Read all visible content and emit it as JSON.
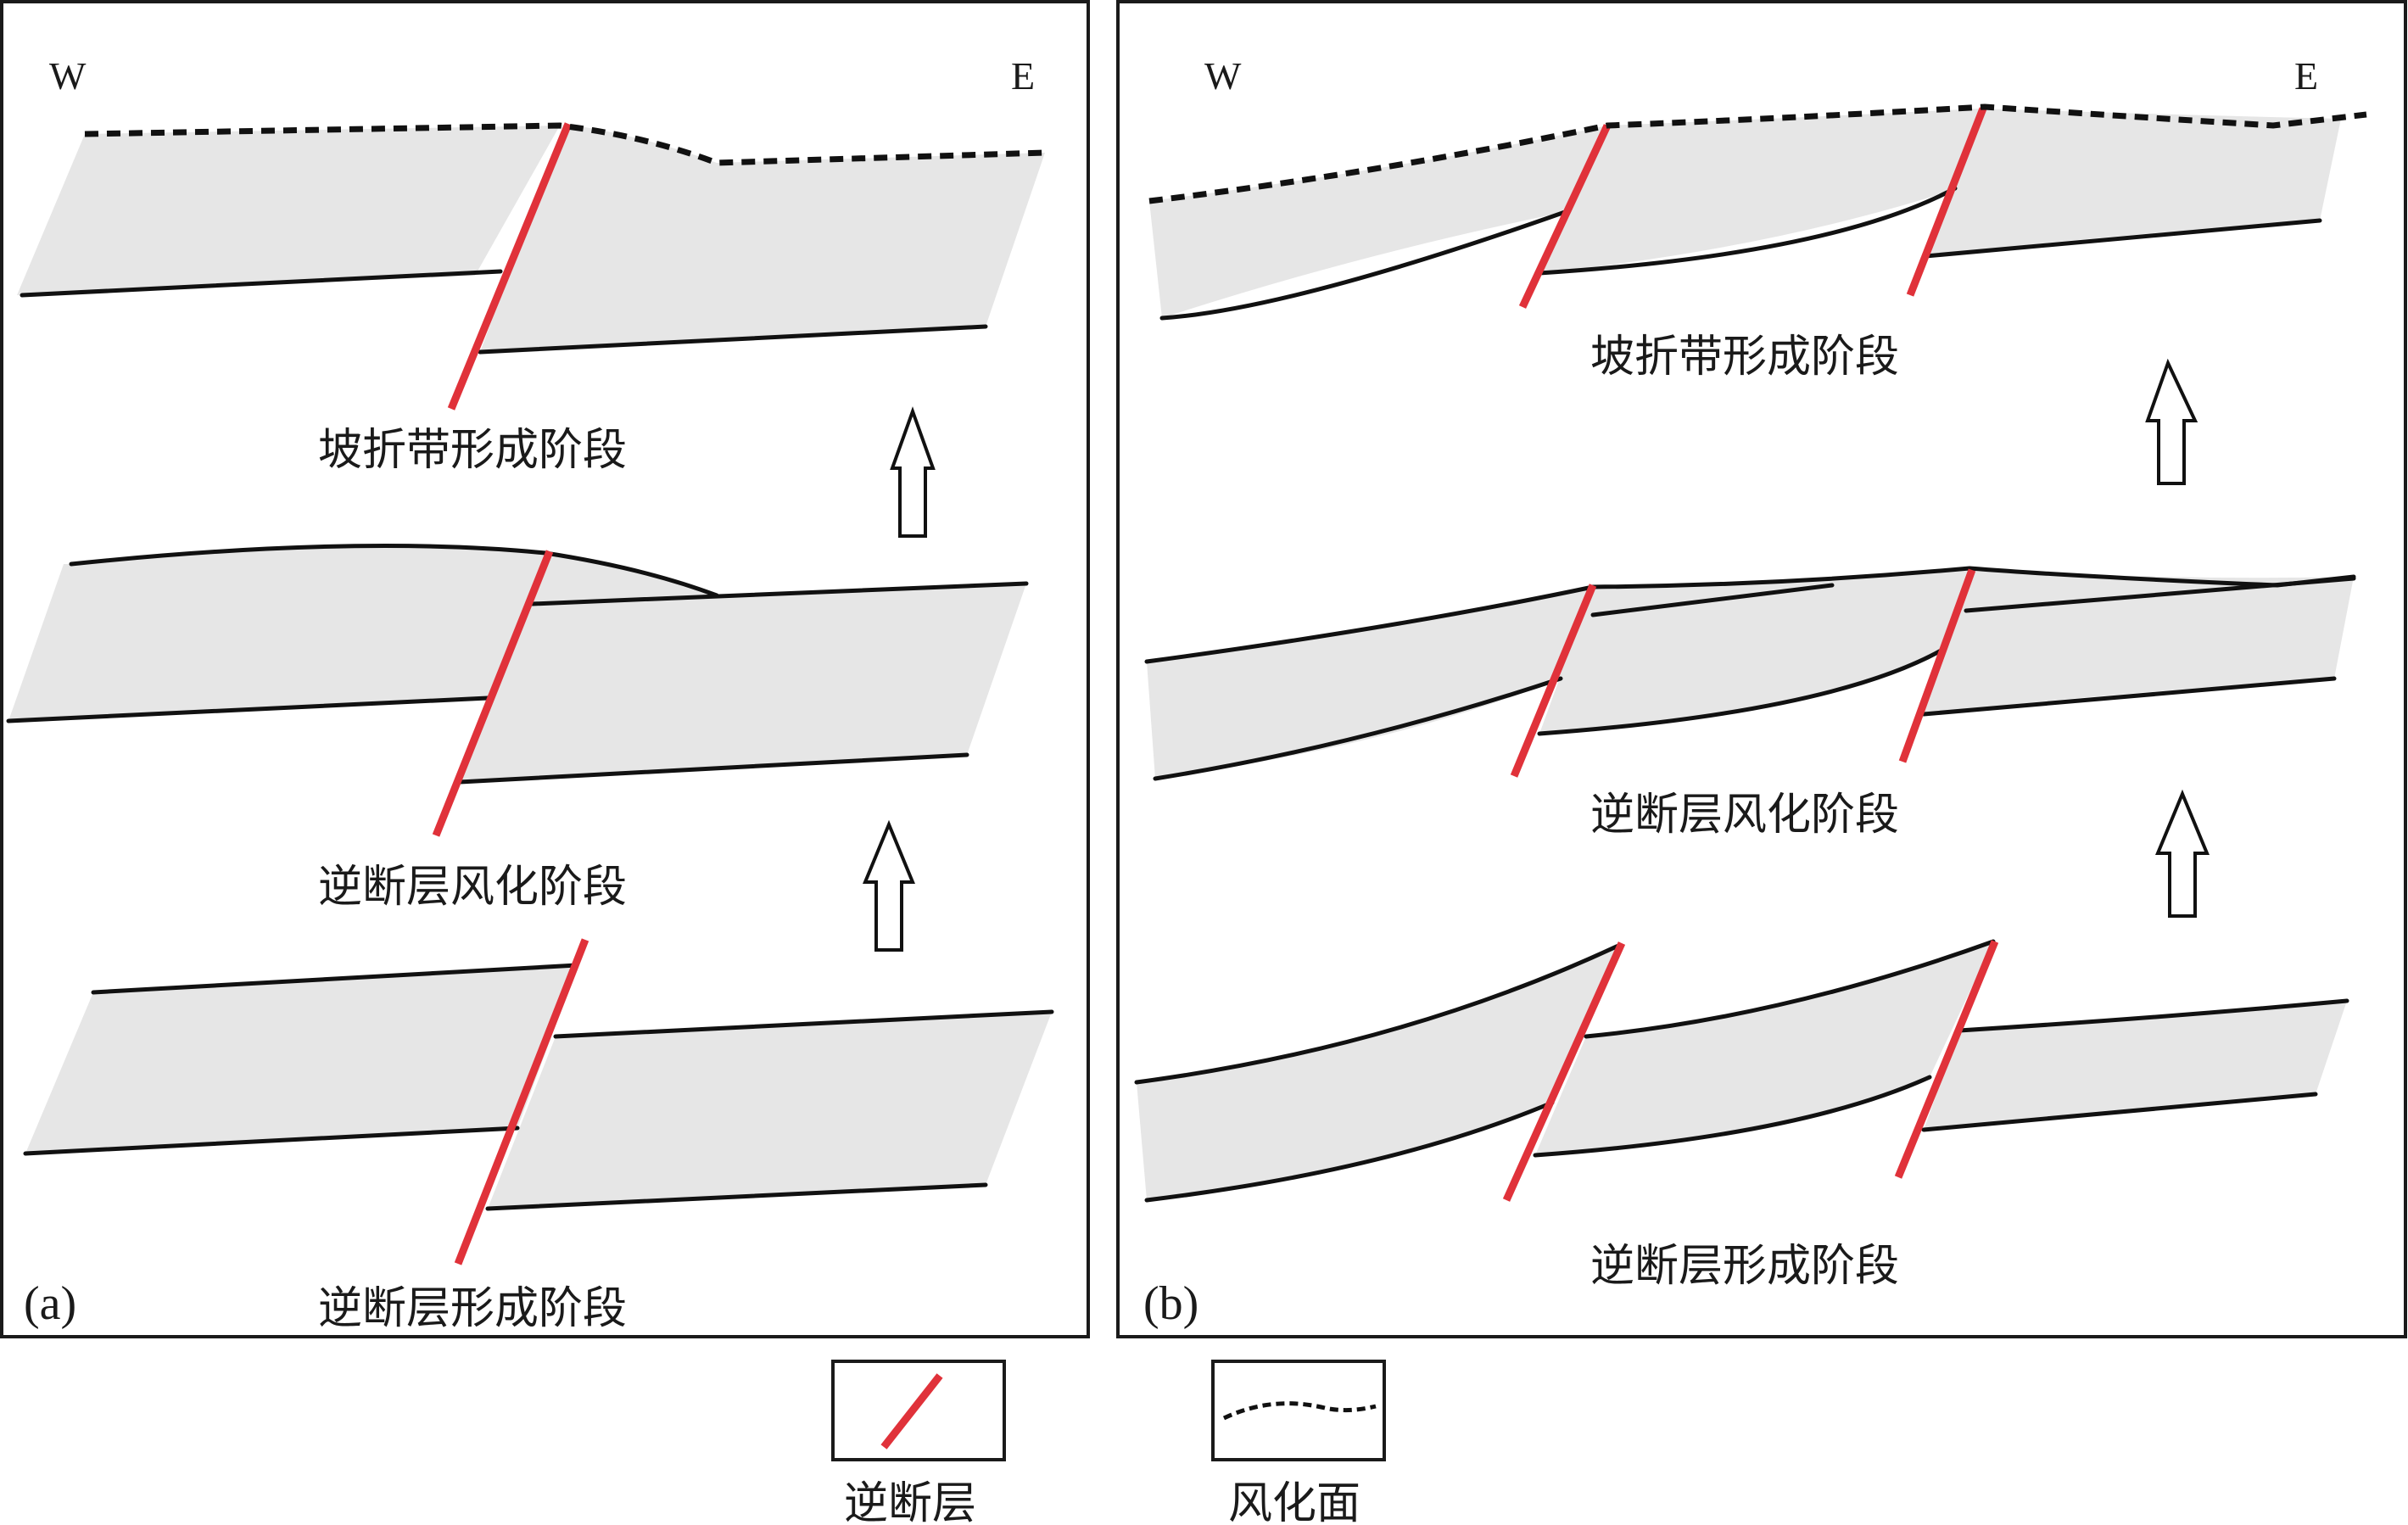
{
  "panel_a": {
    "letter": "(a)",
    "west": "W",
    "east": "E",
    "stages": {
      "top": "坡折带形成阶段",
      "middle": "逆断层风化阶段",
      "bottom": "逆断层形成阶段"
    }
  },
  "panel_b": {
    "letter": "(b)",
    "west": "W",
    "east": "E",
    "stages": {
      "top": "坡折带形成阶段",
      "middle": "逆断层风化阶段",
      "bottom": "逆断层形成阶段"
    }
  },
  "legend": {
    "fault_label": "逆断层",
    "weathering_label": "风化面"
  },
  "colors": {
    "fault": "#e0323a",
    "layer_fill": "#e6e6e6",
    "line": "#111111"
  }
}
